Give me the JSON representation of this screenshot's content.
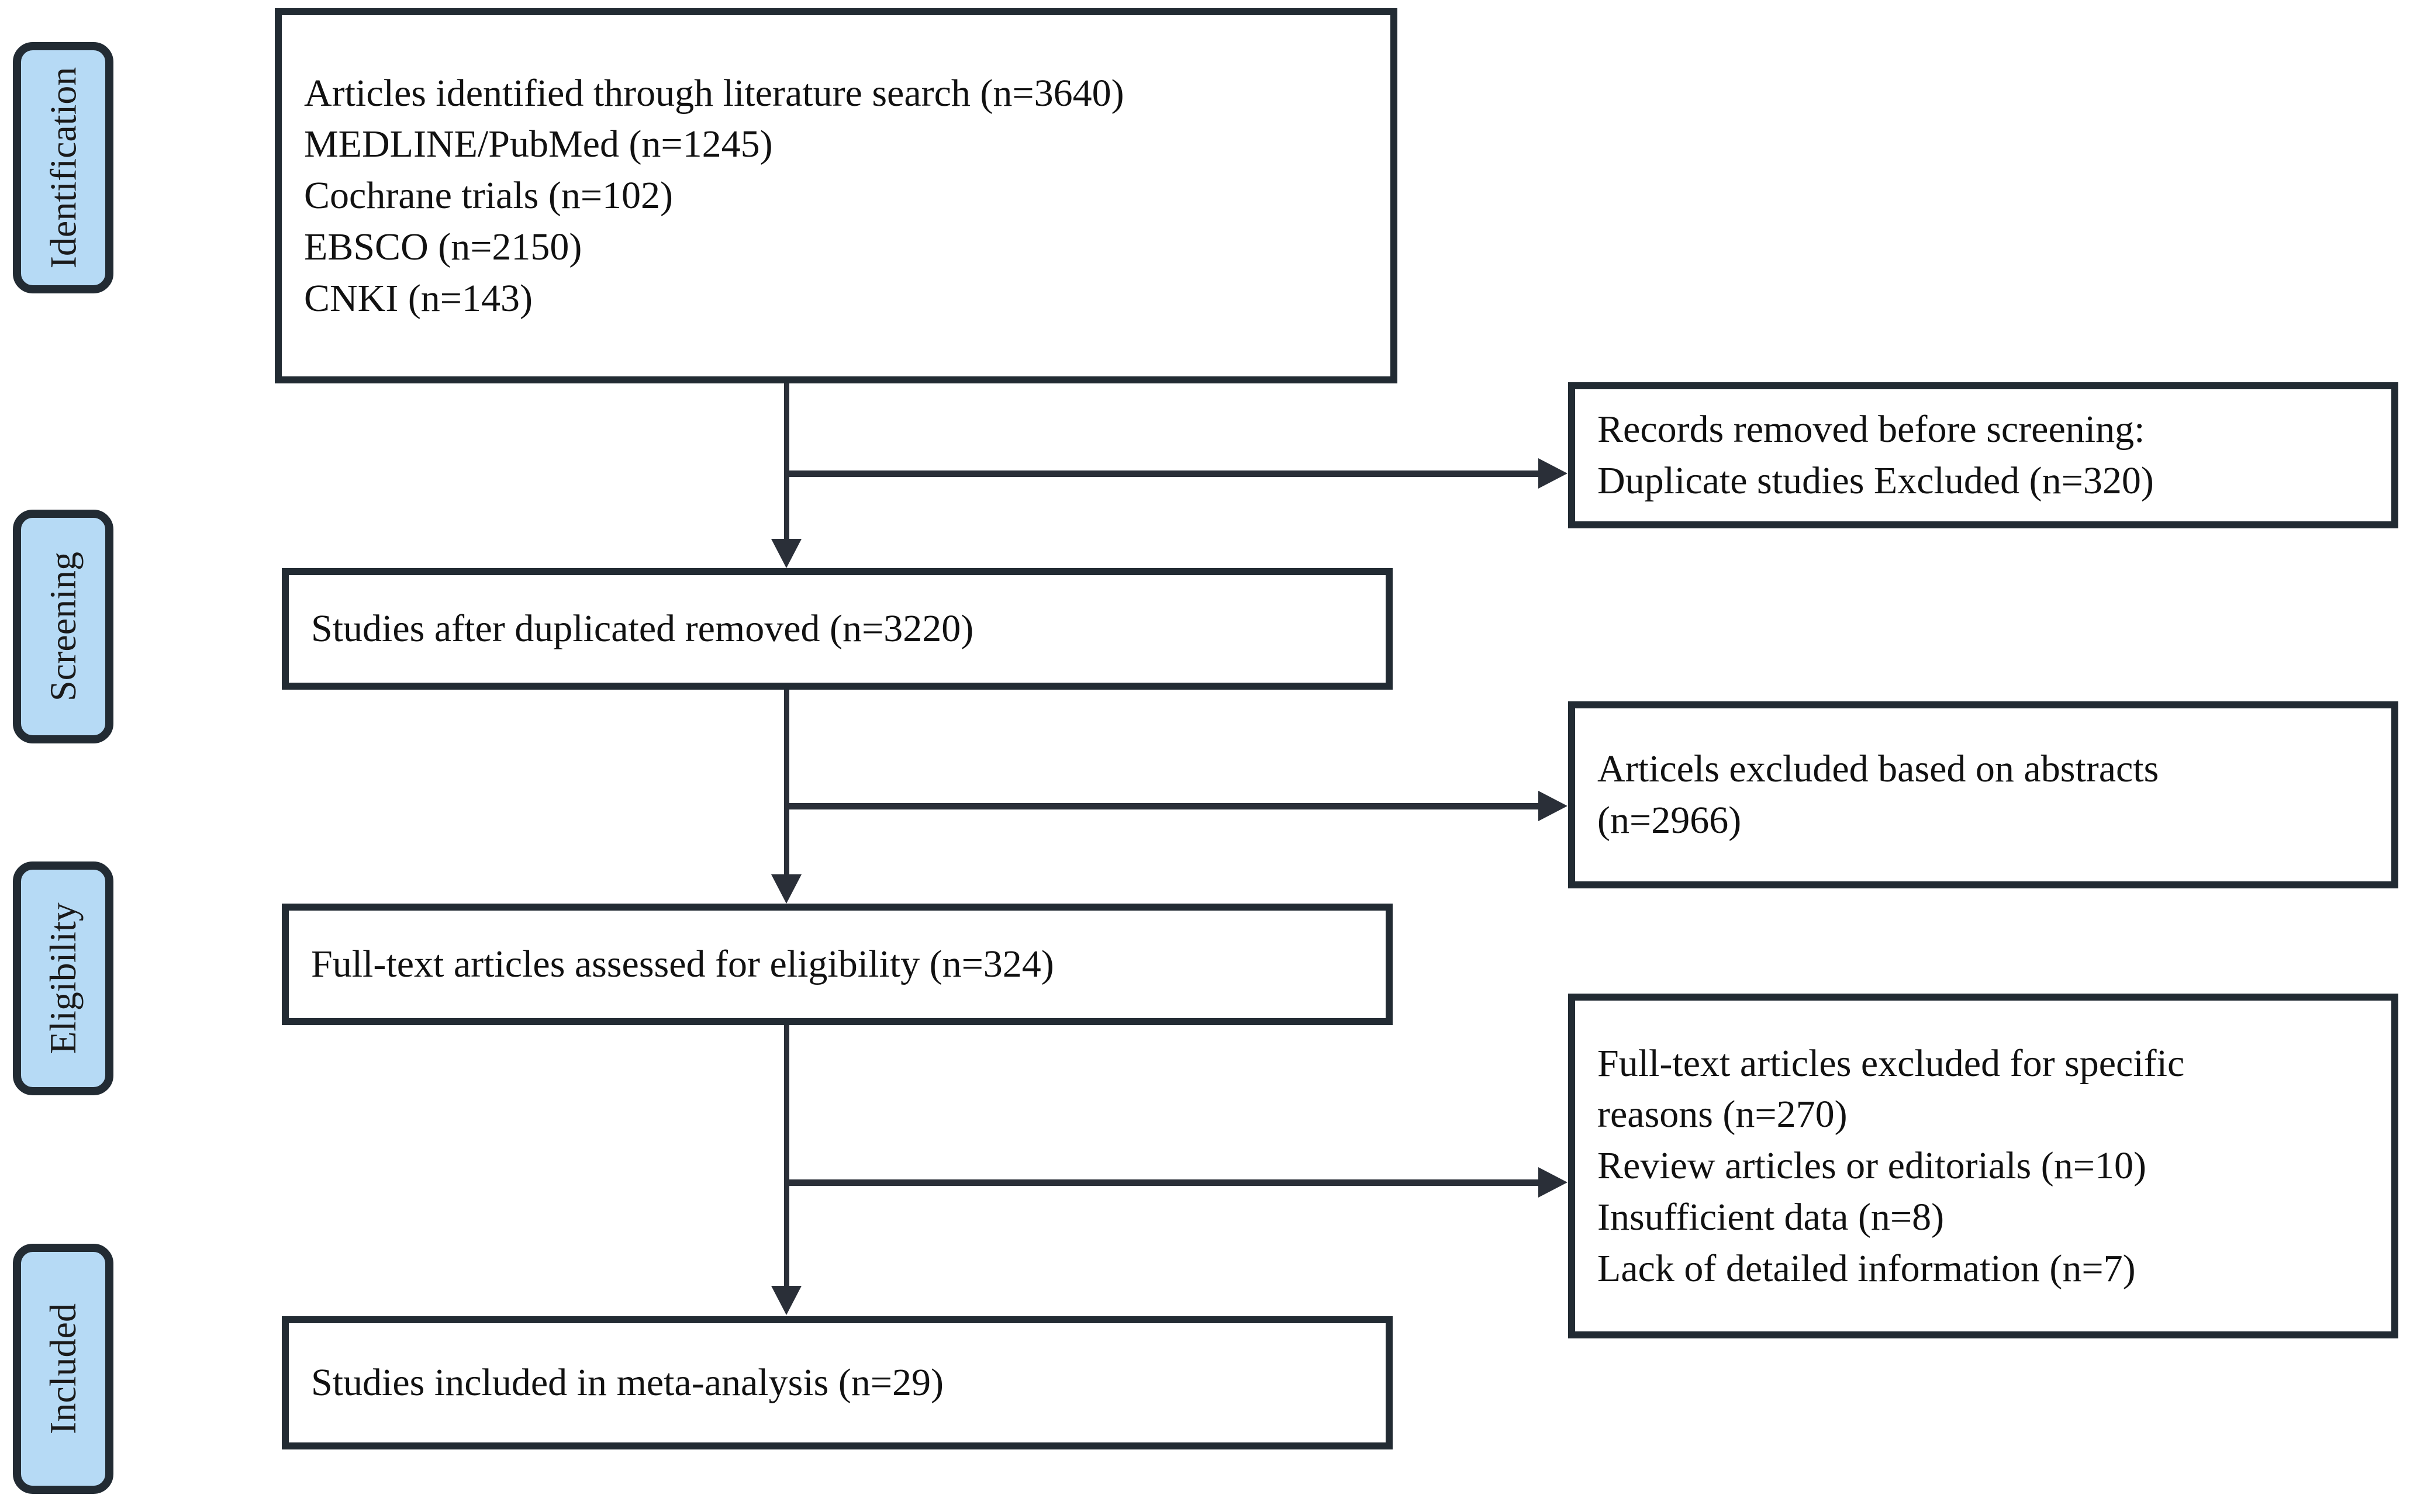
{
  "diagram": {
    "title": "PRISMA study selection flow diagram",
    "accent_fill": "#b6daf5",
    "border_color": "#222b33",
    "line_color": "#2a2f38",
    "background": "#ffffff"
  },
  "stages": [
    {
      "label": "Identification"
    },
    {
      "label": "Screening"
    },
    {
      "label": "Eligibility"
    },
    {
      "label": "Included"
    }
  ],
  "flow_boxes": [
    {
      "id": "identification-box",
      "lines": [
        "Articles identified through literature search (n=3640)",
        "MEDLINE/PubMed (n=1245)",
        "Cochrane trials (n=102)",
        "EBSCO (n=2150)",
        "CNKI (n=143)"
      ]
    },
    {
      "id": "screening-box",
      "lines": [
        "Studies after duplicated removed (n=3220)"
      ]
    },
    {
      "id": "eligibility-box",
      "lines": [
        "Full-text articles assessed for eligibility (n=324)"
      ]
    },
    {
      "id": "included-box",
      "lines": [
        "Studies included in meta-analysis (n=29)"
      ]
    }
  ],
  "exclusion_boxes": [
    {
      "id": "records-removed-box",
      "lines": [
        "Records removed before screening:",
        "Duplicate studies Excluded (n=320)"
      ]
    },
    {
      "id": "abstracts-excluded-box",
      "lines": [
        "Articels excluded based on abstracts",
        "(n=2966)"
      ]
    },
    {
      "id": "fulltext-excluded-box",
      "lines": [
        "Full-text articles excluded for specific",
        "reasons (n=270)",
        "Review articles or editorials (n=10)",
        "Insufficient data (n=8)",
        "Lack of detailed information (n=7)"
      ]
    }
  ],
  "counts": {
    "identified_total": 3640,
    "medline_pubmed": 1245,
    "cochrane_trials": 102,
    "ebsco": 2150,
    "cnki": 143,
    "duplicates_excluded": 320,
    "after_duplicates_removed": 3220,
    "excluded_on_abstracts": 2966,
    "full_text_assessed": 324,
    "full_text_excluded": 270,
    "review_or_editorial": 10,
    "insufficient_data": 8,
    "lack_of_detail": 7,
    "included_in_meta_analysis": 29
  }
}
